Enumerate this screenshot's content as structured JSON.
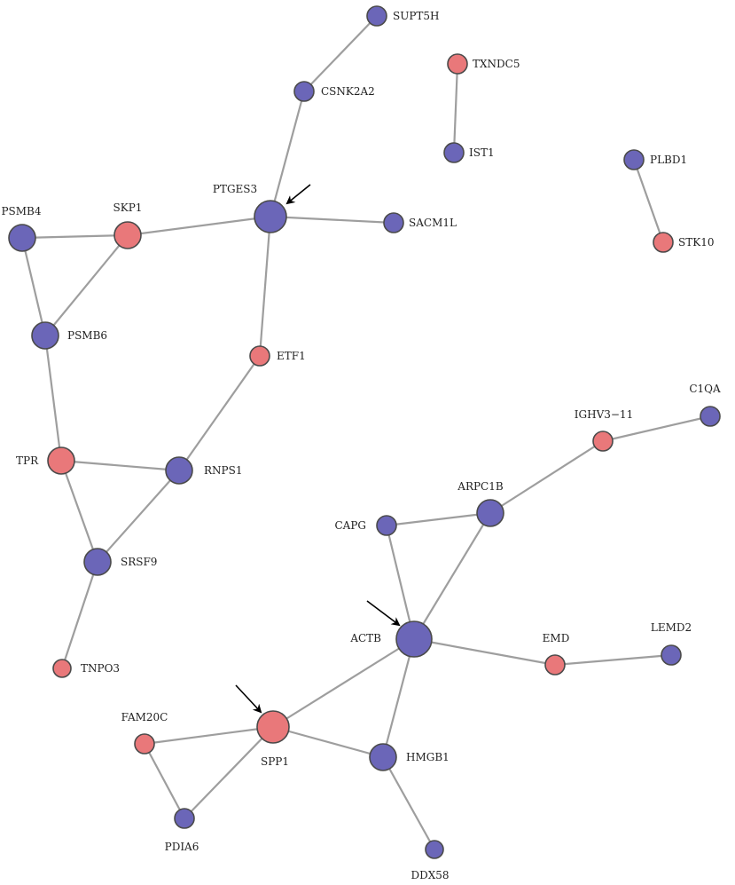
{
  "colors": {
    "blue": "#6b66b8",
    "red": "#e9787a",
    "edge": "#9e9e9e"
  },
  "nodes": [
    {
      "id": "SUPT5H",
      "label": "SUPT5H",
      "color": "blue",
      "size": "small"
    },
    {
      "id": "TXNDC5",
      "label": "TXNDC5",
      "color": "red",
      "size": "small"
    },
    {
      "id": "CSNK2A2",
      "label": "CSNK2A2",
      "color": "blue",
      "size": "small"
    },
    {
      "id": "IST1",
      "label": "IST1",
      "color": "blue",
      "size": "small"
    },
    {
      "id": "PLBD1",
      "label": "PLBD1",
      "color": "blue",
      "size": "small"
    },
    {
      "id": "PTGES3",
      "label": "PTGES3",
      "color": "blue",
      "size": "large",
      "arrow": true
    },
    {
      "id": "SACM1L",
      "label": "SACM1L",
      "color": "blue",
      "size": "small"
    },
    {
      "id": "STK10",
      "label": "STK10",
      "color": "red",
      "size": "small"
    },
    {
      "id": "SKP1",
      "label": "SKP1",
      "color": "red",
      "size": "medium"
    },
    {
      "id": "PSMB4",
      "label": "PSMB4",
      "color": "blue",
      "size": "medium"
    },
    {
      "id": "PSMB6",
      "label": "PSMB6",
      "color": "blue",
      "size": "medium"
    },
    {
      "id": "ETF1",
      "label": "ETF1",
      "color": "red",
      "size": "small"
    },
    {
      "id": "C1QA",
      "label": "C1QA",
      "color": "blue",
      "size": "small"
    },
    {
      "id": "IGHV3-11",
      "label": "IGHV3−11",
      "color": "red",
      "size": "small"
    },
    {
      "id": "TPR",
      "label": "TPR",
      "color": "red",
      "size": "medium"
    },
    {
      "id": "RNPS1",
      "label": "RNPS1",
      "color": "blue",
      "size": "medium"
    },
    {
      "id": "ARPC1B",
      "label": "ARPC1B",
      "color": "blue",
      "size": "medium"
    },
    {
      "id": "CAPG",
      "label": "CAPG",
      "color": "blue",
      "size": "small"
    },
    {
      "id": "SRSF9",
      "label": "SRSF9",
      "color": "blue",
      "size": "medium"
    },
    {
      "id": "ACTB",
      "label": "ACTB",
      "color": "blue",
      "size": "xlarge",
      "arrow": true
    },
    {
      "id": "EMD",
      "label": "EMD",
      "color": "red",
      "size": "small"
    },
    {
      "id": "LEMD2",
      "label": "LEMD2",
      "color": "blue",
      "size": "small"
    },
    {
      "id": "TNPO3",
      "label": "TNPO3",
      "color": "red",
      "size": "xsmall"
    },
    {
      "id": "FAM20C",
      "label": "FAM20C",
      "color": "red",
      "size": "small"
    },
    {
      "id": "SPP1",
      "label": "SPP1",
      "color": "red",
      "size": "large",
      "arrow": true
    },
    {
      "id": "HMGB1",
      "label": "HMGB1",
      "color": "blue",
      "size": "medium"
    },
    {
      "id": "PDIA6",
      "label": "PDIA6",
      "color": "blue",
      "size": "small"
    },
    {
      "id": "DDX58",
      "label": "DDX58",
      "color": "blue",
      "size": "xsmall"
    }
  ],
  "edges": [
    [
      "SUPT5H",
      "CSNK2A2"
    ],
    [
      "CSNK2A2",
      "PTGES3"
    ],
    [
      "TXNDC5",
      "IST1"
    ],
    [
      "PLBD1",
      "STK10"
    ],
    [
      "PTGES3",
      "SKP1"
    ],
    [
      "PTGES3",
      "SACM1L"
    ],
    [
      "PTGES3",
      "ETF1"
    ],
    [
      "SKP1",
      "PSMB4"
    ],
    [
      "SKP1",
      "PSMB6"
    ],
    [
      "PSMB4",
      "PSMB6"
    ],
    [
      "PSMB6",
      "TPR"
    ],
    [
      "ETF1",
      "RNPS1"
    ],
    [
      "TPR",
      "RNPS1"
    ],
    [
      "TPR",
      "SRSF9"
    ],
    [
      "RNPS1",
      "SRSF9"
    ],
    [
      "SRSF9",
      "TNPO3"
    ],
    [
      "C1QA",
      "IGHV3-11"
    ],
    [
      "IGHV3-11",
      "ARPC1B"
    ],
    [
      "ARPC1B",
      "CAPG"
    ],
    [
      "ARPC1B",
      "ACTB"
    ],
    [
      "CAPG",
      "ACTB"
    ],
    [
      "ACTB",
      "EMD"
    ],
    [
      "EMD",
      "LEMD2"
    ],
    [
      "ACTB",
      "SPP1"
    ],
    [
      "ACTB",
      "HMGB1"
    ],
    [
      "SPP1",
      "FAM20C"
    ],
    [
      "SPP1",
      "HMGB1"
    ],
    [
      "SPP1",
      "PDIA6"
    ],
    [
      "FAM20C",
      "PDIA6"
    ],
    [
      "HMGB1",
      "DDX58"
    ]
  ]
}
